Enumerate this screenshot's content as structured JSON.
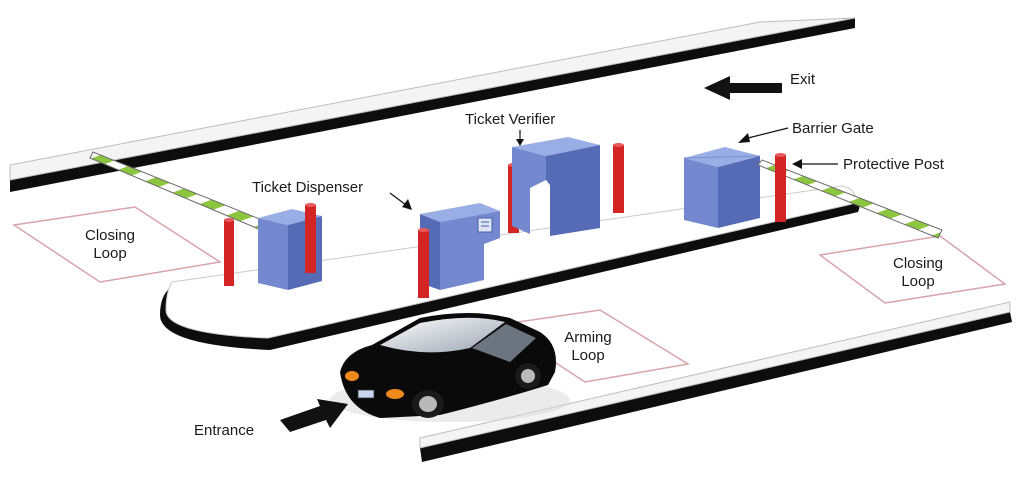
{
  "labels": {
    "exit": "Exit",
    "ticket_verifier": "Ticket Verifier",
    "barrier_gate": "Barrier Gate",
    "protective_post": "Protective Post",
    "ticket_dispenser": "Ticket Dispenser",
    "closing_loop_left": [
      "Closing",
      "Loop"
    ],
    "closing_loop_right": [
      "Closing",
      "Loop"
    ],
    "arming_loop": [
      "Arming",
      "Loop"
    ],
    "entrance": "Entrance"
  },
  "colors": {
    "machine_top": "#9aaee6",
    "machine_front": "#7388cf",
    "machine_side": "#556bb5",
    "post": "#d42525",
    "curb": "#0d0d0d",
    "boom_green": "#8cc63f",
    "loop_outline": "#d9a3ad",
    "car_body": "#0a0a0a"
  }
}
